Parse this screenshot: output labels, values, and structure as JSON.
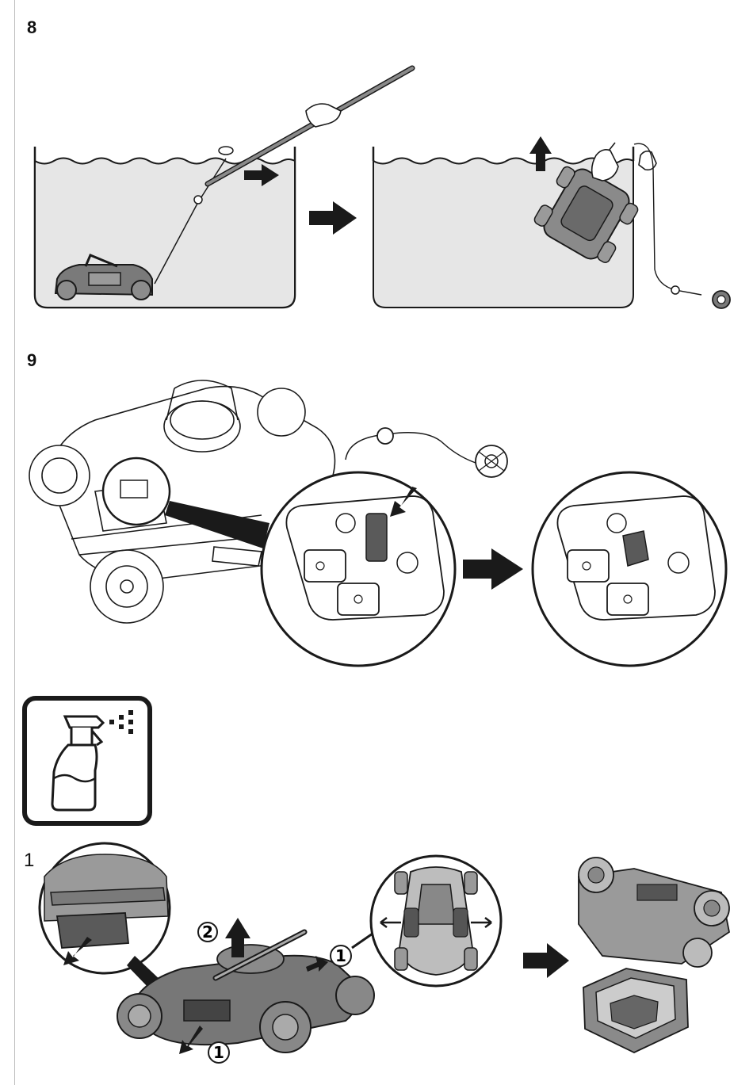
{
  "steps": {
    "step8": {
      "number": "8"
    },
    "step9": {
      "number": "9"
    },
    "step_clean": {
      "number": "1"
    }
  },
  "callouts": {
    "lift_label": "2",
    "pull_label": "1",
    "release_label": "1"
  },
  "icons": {
    "spray": "spray-bottle-icon",
    "arrow": "arrow-right-icon",
    "arrow_up": "arrow-up-icon"
  },
  "colors": {
    "water": "#e6e6e6",
    "outline": "#1a1a1a",
    "robot_dark": "#6e6e6e",
    "arrow": "#1a1a1a"
  }
}
